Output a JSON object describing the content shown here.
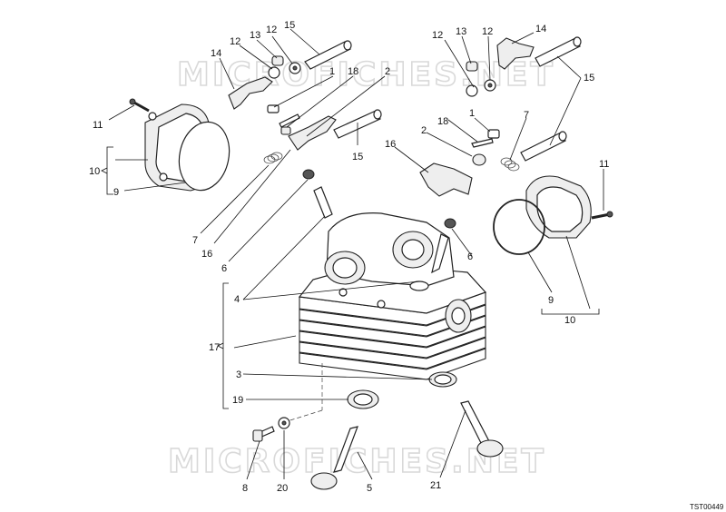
{
  "watermark_text": "MICROFICHES.NET",
  "reference_code": "TST00449",
  "callouts": {
    "c1_left": "1",
    "c1_right": "1",
    "c2_left": "2",
    "c2_right": "2",
    "c3": "3",
    "c4": "4",
    "c5": "5",
    "c6_left": "6",
    "c6_right": "6",
    "c7_left": "7",
    "c7_right": "7",
    "c8": "8",
    "c9_left": "9",
    "c9_right": "9",
    "c10_left": "10",
    "c10_right": "10",
    "c11_left": "11",
    "c11_right": "11",
    "c12_a": "12",
    "c12_b": "12",
    "c12_c": "12",
    "c12_d": "12",
    "c13_left": "13",
    "c13_right": "13",
    "c14_left": "14",
    "c14_right": "14",
    "c15_a": "15",
    "c15_b": "15",
    "c15_c": "15",
    "c16_left": "16",
    "c16_right": "16",
    "c17": "17",
    "c18_left": "18",
    "c18_right": "18",
    "c19": "19",
    "c20": "20",
    "c21": "21"
  }
}
